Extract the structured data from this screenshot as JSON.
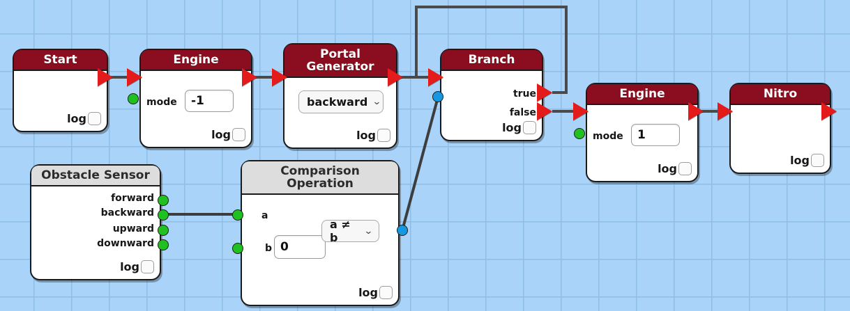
{
  "canvas": {
    "background_color": "#a9d3f8",
    "grid_line_color": "#8ebde6",
    "grid_size": 54
  },
  "palette": {
    "action_header": "#8b0e20",
    "sensor_header": "#dddddd",
    "node_body": "#ffffff",
    "exec_port": "#e41b1b",
    "data_port_bool": "#21c021",
    "data_port_value": "#1698e0",
    "wire": "#4a4a4a"
  },
  "log_label": "log",
  "nodes": {
    "start": {
      "title": "Start",
      "type": "action"
    },
    "engine_left": {
      "title": "Engine",
      "type": "action",
      "mode_label": "mode",
      "mode_value": "-1"
    },
    "portal_generator": {
      "title": "Portal Generator",
      "title_line1": "Portal",
      "title_line2": "Generator",
      "type": "action",
      "direction_value": "backward"
    },
    "branch": {
      "title": "Branch",
      "type": "action",
      "true_label": "true",
      "false_label": "false"
    },
    "engine_right": {
      "title": "Engine",
      "type": "action",
      "mode_label": "mode",
      "mode_value": "1"
    },
    "nitro": {
      "title": "Nitro",
      "type": "action"
    },
    "obstacle_sensor": {
      "title": "Obstacle Sensor",
      "type": "sensor",
      "outputs": [
        "forward",
        "backward",
        "upward",
        "downward"
      ]
    },
    "comparison_operation": {
      "title": "Comparison Operation",
      "title_line1": "Comparison",
      "title_line2": "Operation",
      "type": "sensor",
      "input_a_label": "a",
      "input_b_label": "b",
      "input_b_value": "0",
      "operator_value": "a ≠ b"
    }
  }
}
